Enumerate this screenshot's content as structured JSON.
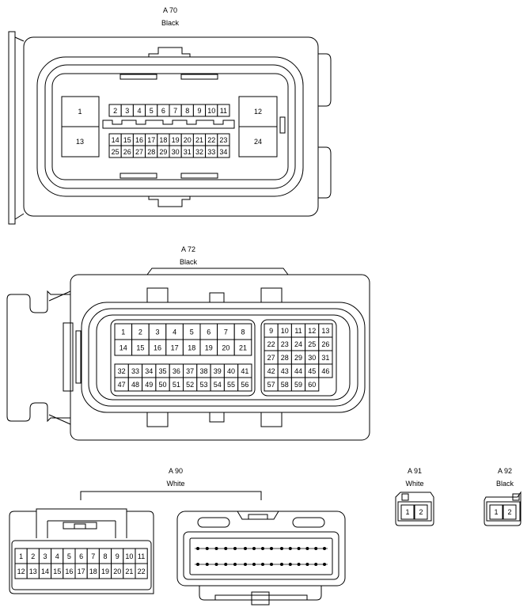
{
  "connectors": {
    "a70": {
      "code": "A 70",
      "color": "Black",
      "big_pins": [
        "1",
        "13",
        "12",
        "24"
      ],
      "row_top": [
        "2",
        "3",
        "4",
        "5",
        "6",
        "7",
        "8",
        "9",
        "10",
        "11"
      ],
      "row_mid": [
        "14",
        "15",
        "16",
        "17",
        "18",
        "19",
        "20",
        "21",
        "22",
        "23"
      ],
      "row_bot": [
        "25",
        "26",
        "27",
        "28",
        "29",
        "30",
        "31",
        "32",
        "33",
        "34"
      ]
    },
    "a72": {
      "code": "A 72",
      "color": "Black",
      "left_row1": [
        "1",
        "2",
        "3",
        "4",
        "5",
        "6",
        "7",
        "8"
      ],
      "left_row2": [
        "14",
        "15",
        "16",
        "17",
        "18",
        "19",
        "20",
        "21"
      ],
      "left_row3": [
        "32",
        "33",
        "34",
        "35",
        "36",
        "37",
        "38",
        "39",
        "40",
        "41"
      ],
      "left_row4": [
        "47",
        "48",
        "49",
        "50",
        "51",
        "52",
        "53",
        "54",
        "55",
        "56"
      ],
      "right_row1": [
        "9",
        "10",
        "11",
        "12",
        "13"
      ],
      "right_row2": [
        "22",
        "23",
        "24",
        "25",
        "26"
      ],
      "right_row3": [
        "27",
        "28",
        "29",
        "30",
        "31"
      ],
      "right_row4": [
        "42",
        "43",
        "44",
        "45",
        "46"
      ],
      "right_row5": [
        "57",
        "58",
        "59",
        "60"
      ]
    },
    "a90": {
      "code": "A 90",
      "color": "White",
      "row1": [
        "1",
        "2",
        "3",
        "4",
        "5",
        "6",
        "7",
        "8",
        "9",
        "10",
        "11"
      ],
      "row2": [
        "12",
        "13",
        "14",
        "15",
        "16",
        "17",
        "18",
        "19",
        "20",
        "21",
        "22"
      ]
    },
    "a91": {
      "code": "A 91",
      "color": "White",
      "pins": [
        "1",
        "2"
      ]
    },
    "a92": {
      "code": "A 92",
      "color": "Black",
      "pins": [
        "1",
        "2"
      ]
    }
  }
}
